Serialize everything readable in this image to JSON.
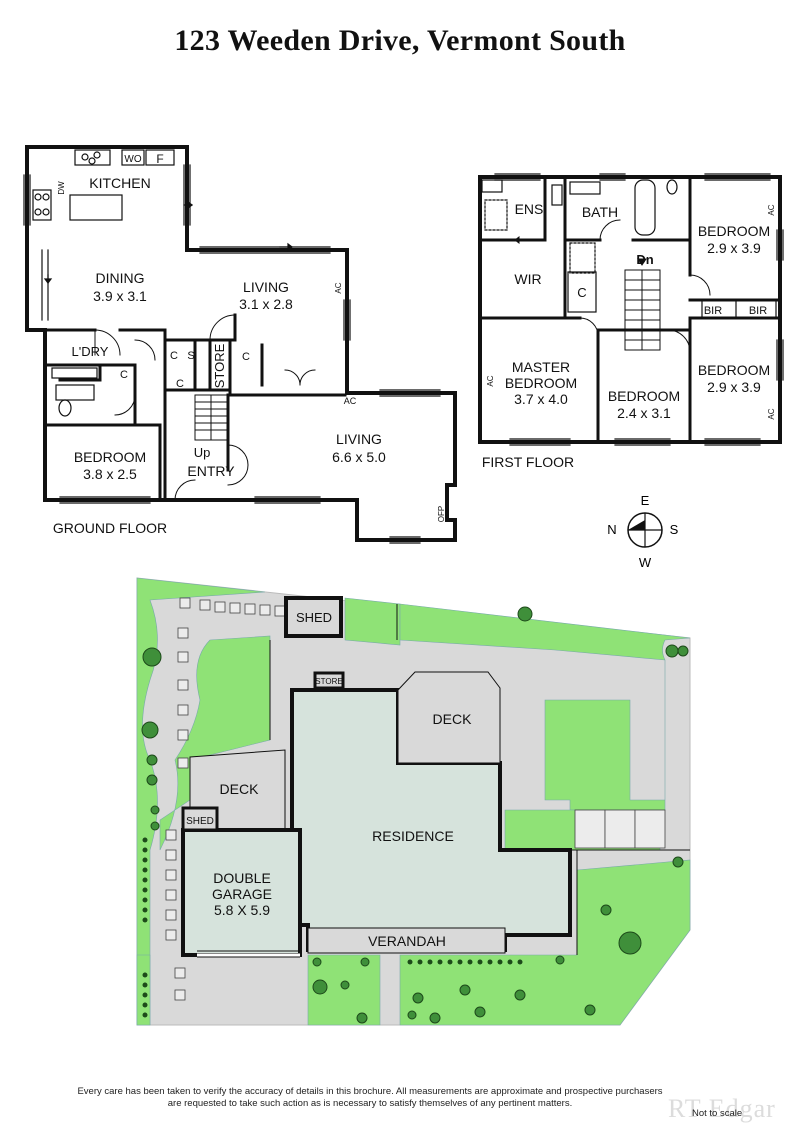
{
  "title": "123 Weeden Drive, Vermont South",
  "ground_floor": {
    "caption": "GROUND FLOOR",
    "kitchen": "KITCHEN",
    "dw": "DW",
    "wo": "WO",
    "f": "F",
    "dining_name": "DINING",
    "dining_size": "3.9 x 3.1",
    "living1_name": "LIVING",
    "living1_size": "3.1 x 2.8",
    "ac": "AC",
    "laundry": "L'DRY",
    "c": "C",
    "s": "S",
    "store": "STORE",
    "bedroom_name": "BEDROOM",
    "bedroom_size": "3.8 x 2.5",
    "up": "Up",
    "entry": "ENTRY",
    "living2_name": "LIVING",
    "living2_size": "6.6 x 5.0",
    "ofp": "OFP"
  },
  "first_floor": {
    "caption": "FIRST FLOOR",
    "ens": "ENS",
    "bath": "BATH",
    "wir": "WIR",
    "c": "C",
    "dn": "Dn",
    "ac": "AC",
    "bir": "BIR",
    "bed1_name": "BEDROOM",
    "bed1_size": "2.9 x 3.9",
    "bed2_name": "BEDROOM",
    "bed2_size": "2.9 x 3.9",
    "master_name1": "MASTER",
    "master_name2": "BEDROOM",
    "master_size": "3.7 x 4.0",
    "bed3_name": "BEDROOM",
    "bed3_size": "2.4 x 3.1"
  },
  "compass": {
    "n": "N",
    "e": "E",
    "s": "S",
    "w": "W"
  },
  "site": {
    "shed1": "SHED",
    "store": "STORE",
    "deck1": "DECK",
    "deck2": "DECK",
    "shed2": "SHED",
    "residence": "RESIDENCE",
    "garage1": "DOUBLE",
    "garage2": "GARAGE",
    "garage_size": "5.8 X 5.9",
    "verandah": "VERANDAH"
  },
  "colors": {
    "lawn": "#8fe276",
    "paving": "#d9d9d9",
    "building": "#d6e3dc",
    "wall": "#111111",
    "tree": "#3f8f3a"
  },
  "footer": {
    "disclaimer_line1": "Every care has been taken to verify the accuracy of details in this brochure.  All measurements are approximate and prospective purchasers",
    "disclaimer_line2": "are requested to take such action as is necessary to satisfy themselves of any pertinent matters.",
    "logo": "RT Edgar",
    "not_to_scale": "Not to scale"
  }
}
